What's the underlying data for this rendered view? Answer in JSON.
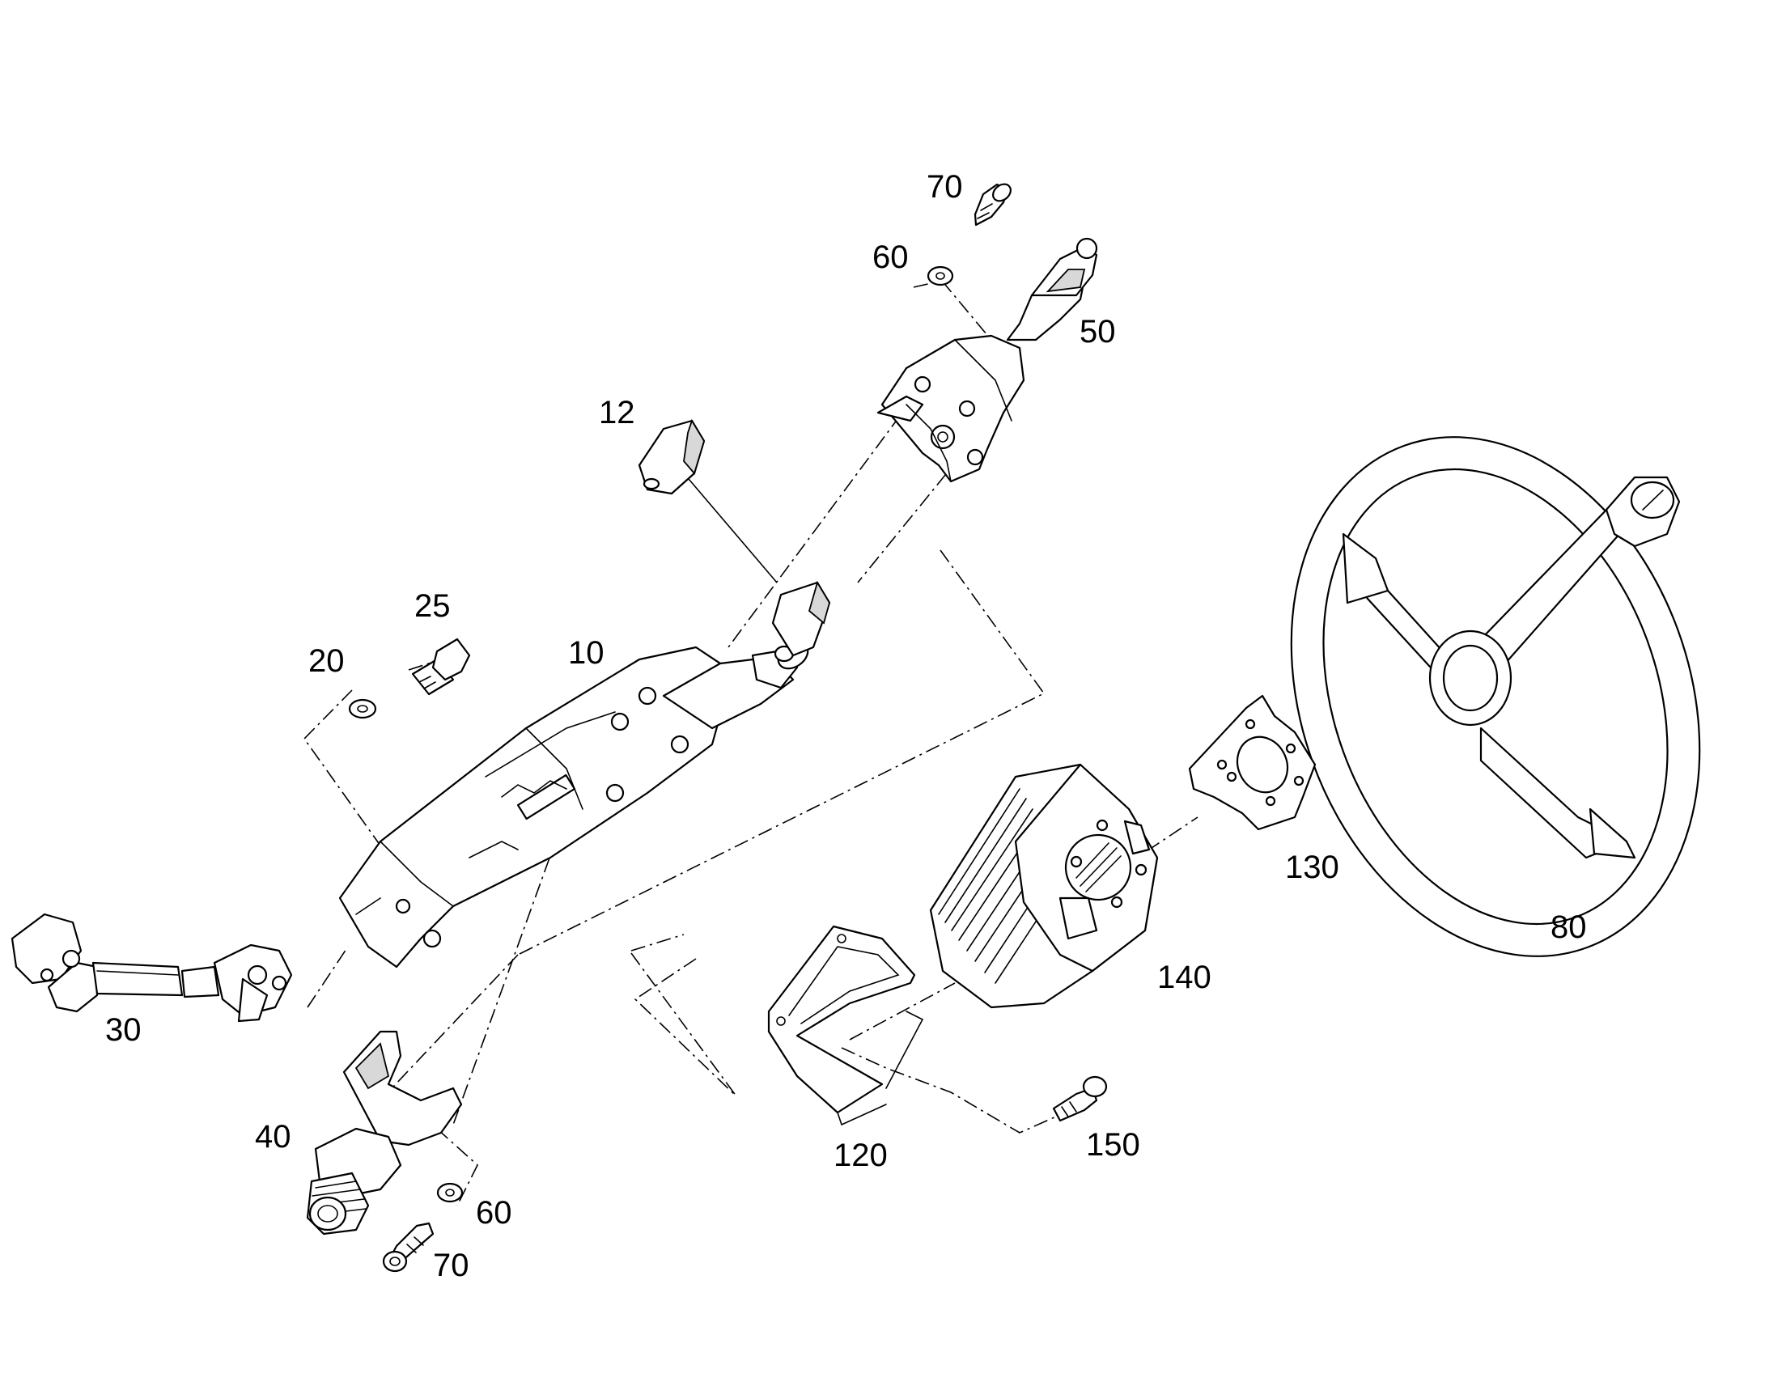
{
  "labels": {
    "p10": "10",
    "p12": "12",
    "p20": "20",
    "p25": "25",
    "p30": "30",
    "p40": "40",
    "p50": "50",
    "p60_top": "60",
    "p60_bottom": "60",
    "p70_top": "70",
    "p70_bottom": "70",
    "p80": "80",
    "p120": "120",
    "p130": "130",
    "p140": "140",
    "p150": "150"
  }
}
